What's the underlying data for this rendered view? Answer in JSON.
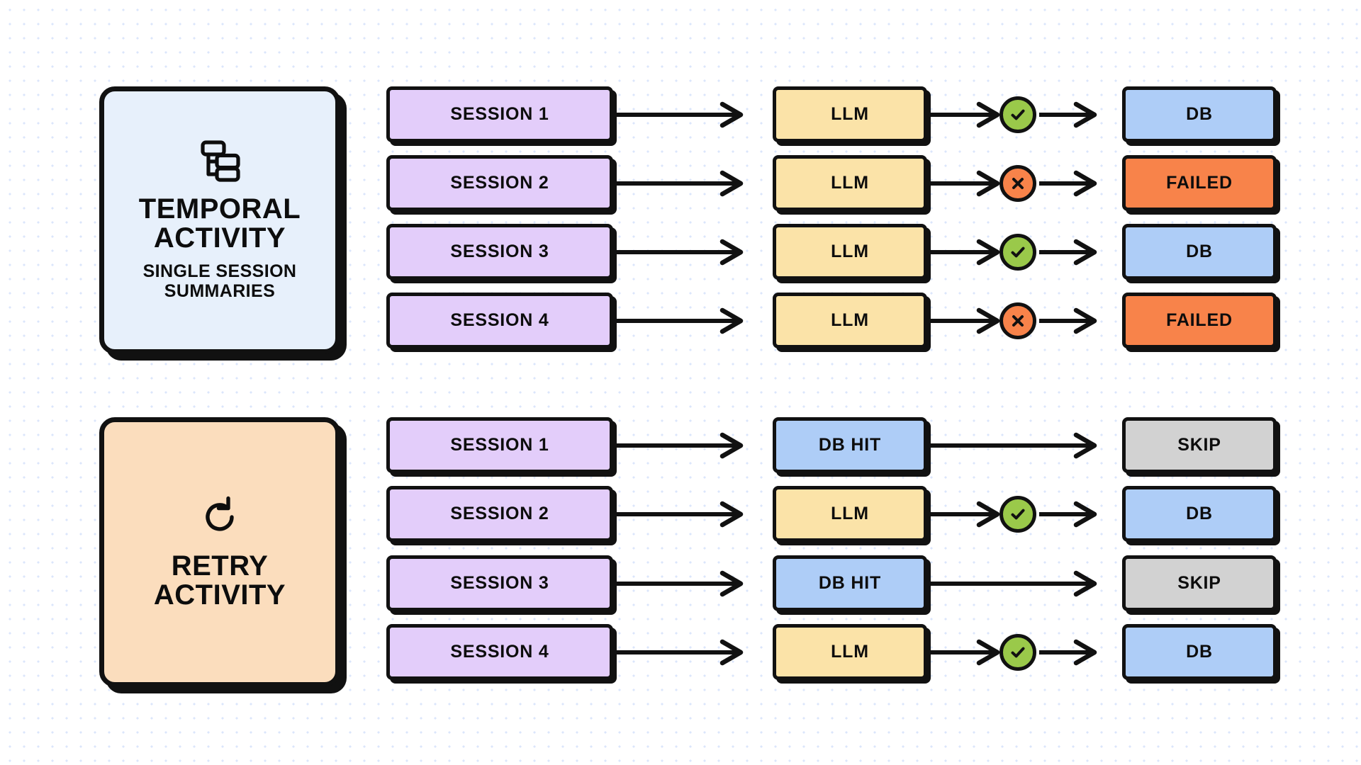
{
  "diagram": {
    "title": "Temporal Activity and Retry Activity session processing flow",
    "background_color": "#ffffff",
    "dot_color": "#dbe6fb",
    "stroke_color": "#111111"
  },
  "palette": {
    "session": "#e3cdfa",
    "llm": "#fbe3a8",
    "db": "#aecdf7",
    "failed": "#f8834a",
    "skip": "#d2d2d2",
    "panel_temporal": "#e7f0fb",
    "panel_retry": "#fbddbd",
    "check_green": "#9ac94a",
    "cross_orange": "#f8834a"
  },
  "panels": [
    {
      "id": "temporal-activity",
      "icon": "workflow-hierarchy-icon",
      "title": "TEMPORAL\nACTIVITY",
      "subtitle": "SINGLE SESSION\nSUMMARIES",
      "color": "#e7f0fb"
    },
    {
      "id": "retry-activity",
      "icon": "refresh-retry-icon",
      "title": "RETRY\nACTIVITY",
      "subtitle": "",
      "color": "#fbddbd"
    }
  ],
  "rows": {
    "temporal": [
      {
        "session": "SESSION 1",
        "stage": "LLM",
        "stage_kind": "llm",
        "mark": "check",
        "result": "DB",
        "result_kind": "db"
      },
      {
        "session": "SESSION 2",
        "stage": "LLM",
        "stage_kind": "llm",
        "mark": "cross",
        "result": "FAILED",
        "result_kind": "failed"
      },
      {
        "session": "SESSION 3",
        "stage": "LLM",
        "stage_kind": "llm",
        "mark": "check",
        "result": "DB",
        "result_kind": "db"
      },
      {
        "session": "SESSION 4",
        "stage": "LLM",
        "stage_kind": "llm",
        "mark": "cross",
        "result": "FAILED",
        "result_kind": "failed"
      }
    ],
    "retry": [
      {
        "session": "SESSION 1",
        "stage": "DB HIT",
        "stage_kind": "db",
        "mark": "none",
        "result": "SKIP",
        "result_kind": "skip"
      },
      {
        "session": "SESSION 2",
        "stage": "LLM",
        "stage_kind": "llm",
        "mark": "check",
        "result": "DB",
        "result_kind": "db"
      },
      {
        "session": "SESSION 3",
        "stage": "DB HIT",
        "stage_kind": "db",
        "mark": "none",
        "result": "SKIP",
        "result_kind": "skip"
      },
      {
        "session": "SESSION 4",
        "stage": "LLM",
        "stage_kind": "llm",
        "mark": "check",
        "result": "DB",
        "result_kind": "db"
      }
    ]
  },
  "icons": {
    "check": "check-icon",
    "cross": "cross-icon",
    "arrow": "arrow-right-icon"
  }
}
